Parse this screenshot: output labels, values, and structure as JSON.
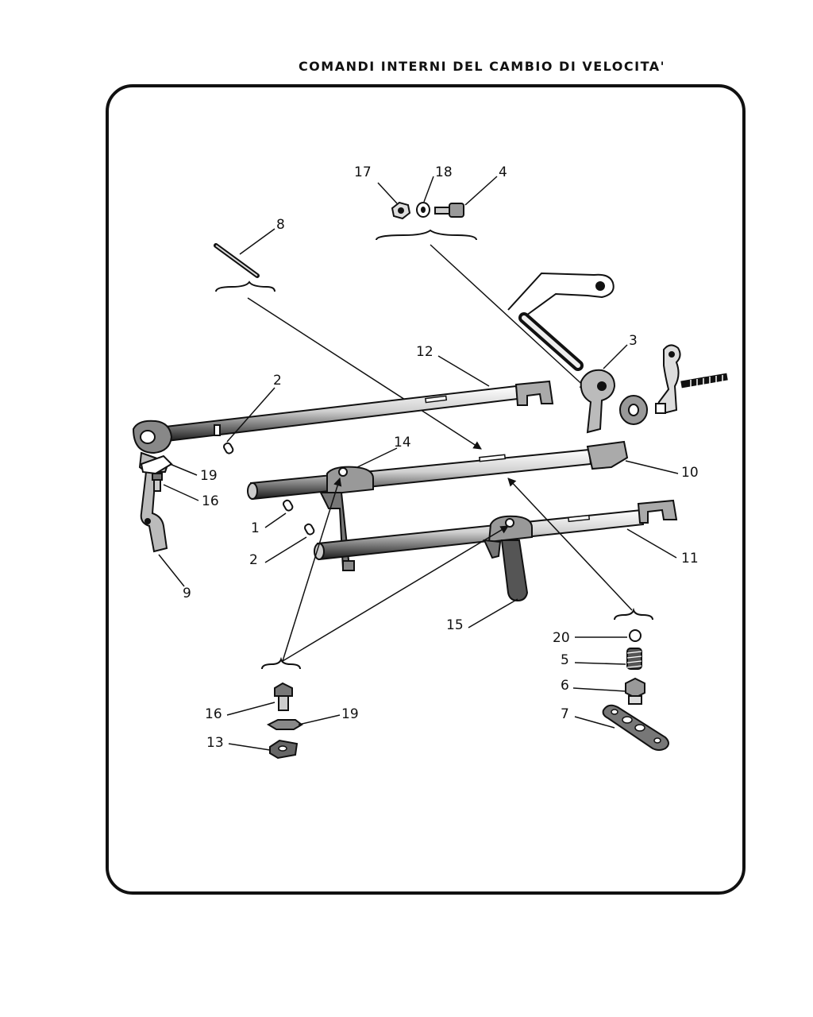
{
  "page": {
    "title": "COMANDI INTERNI DEL CAMBIO DI VELOCITA'"
  },
  "colors": {
    "ink": "#111111",
    "paper": "#ffffff"
  },
  "parts": [
    {
      "ref": "1"
    },
    {
      "ref": "2"
    },
    {
      "ref": "3"
    },
    {
      "ref": "4"
    },
    {
      "ref": "5"
    },
    {
      "ref": "6"
    },
    {
      "ref": "7"
    },
    {
      "ref": "8"
    },
    {
      "ref": "9"
    },
    {
      "ref": "10"
    },
    {
      "ref": "11"
    },
    {
      "ref": "12"
    },
    {
      "ref": "13"
    },
    {
      "ref": "14"
    },
    {
      "ref": "15"
    },
    {
      "ref": "16"
    },
    {
      "ref": "17"
    },
    {
      "ref": "18"
    },
    {
      "ref": "19"
    },
    {
      "ref": "20"
    }
  ],
  "callouts": {
    "c17": "17",
    "c18": "18",
    "c4": "4",
    "c8": "8",
    "c12": "12",
    "c3": "3",
    "c2a": "2",
    "c14": "14",
    "c19a": "19",
    "c16a": "16",
    "c10": "10",
    "c1": "1",
    "c2b": "2",
    "c11": "11",
    "c9": "9",
    "c15": "15",
    "c20": "20",
    "c5": "5",
    "c6": "6",
    "c16b": "16",
    "c19b": "19",
    "c13": "13",
    "c7": "7"
  }
}
